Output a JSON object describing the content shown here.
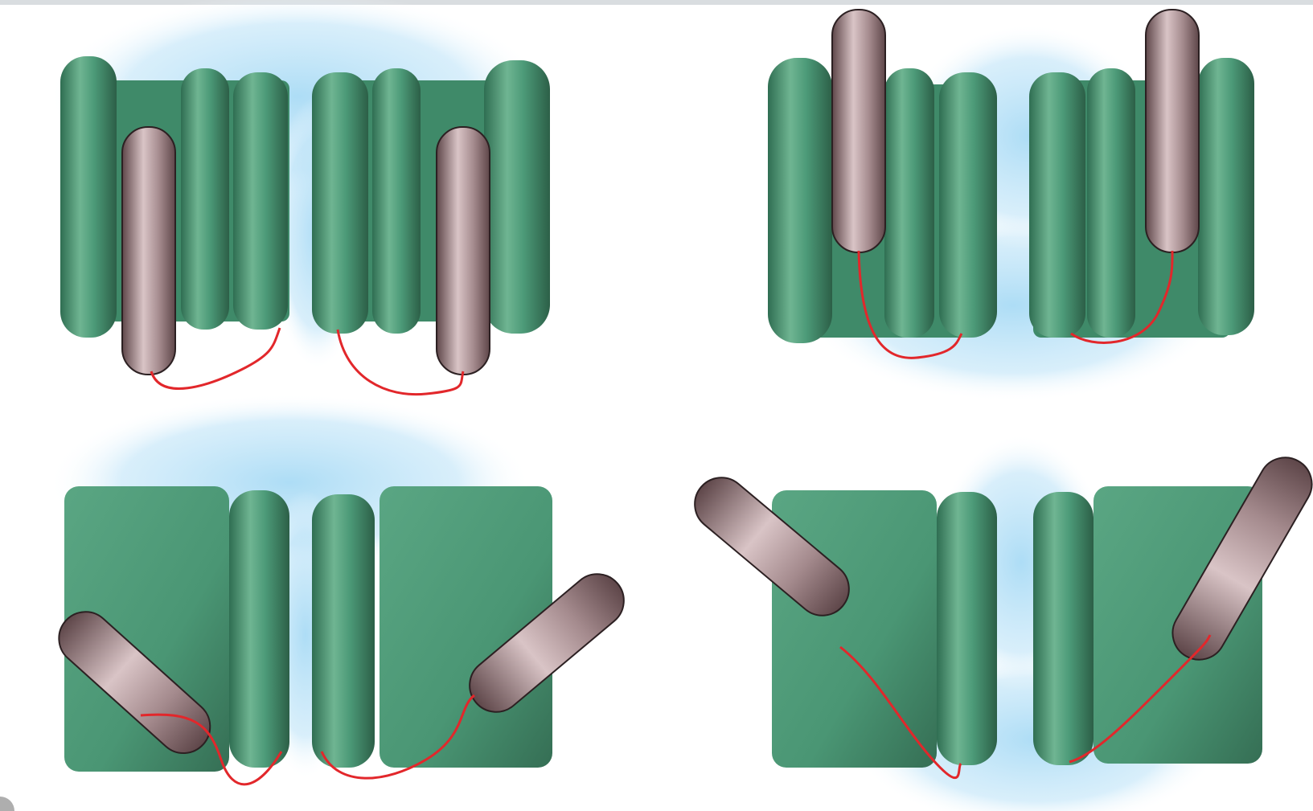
{
  "figure": {
    "description_visible_text": "",
    "panels": [
      {
        "id": "top-left",
        "state": "helices-vertical-down",
        "helix_orientation": "vertical-lowered"
      },
      {
        "id": "top-right",
        "state": "helices-vertical-up",
        "helix_orientation": "vertical-raised"
      },
      {
        "id": "bottom-left",
        "state": "helices-tilted-outward",
        "helix_orientation": "tilted-low"
      },
      {
        "id": "bottom-right",
        "state": "helices-tilted-outward-high",
        "helix_orientation": "tilted-high"
      }
    ]
  },
  "colors": {
    "membrane_protein": "#4c9a78",
    "membrane_protein_dark": "#2f6e52",
    "membrane_protein_light": "#8cc8aa",
    "helix": "#9c7f83",
    "helix_light": "#d9c4c6",
    "helix_dark": "#5e4649",
    "linker": "#e2272b",
    "water": "#a9dbf5",
    "background": "#ffffff"
  }
}
